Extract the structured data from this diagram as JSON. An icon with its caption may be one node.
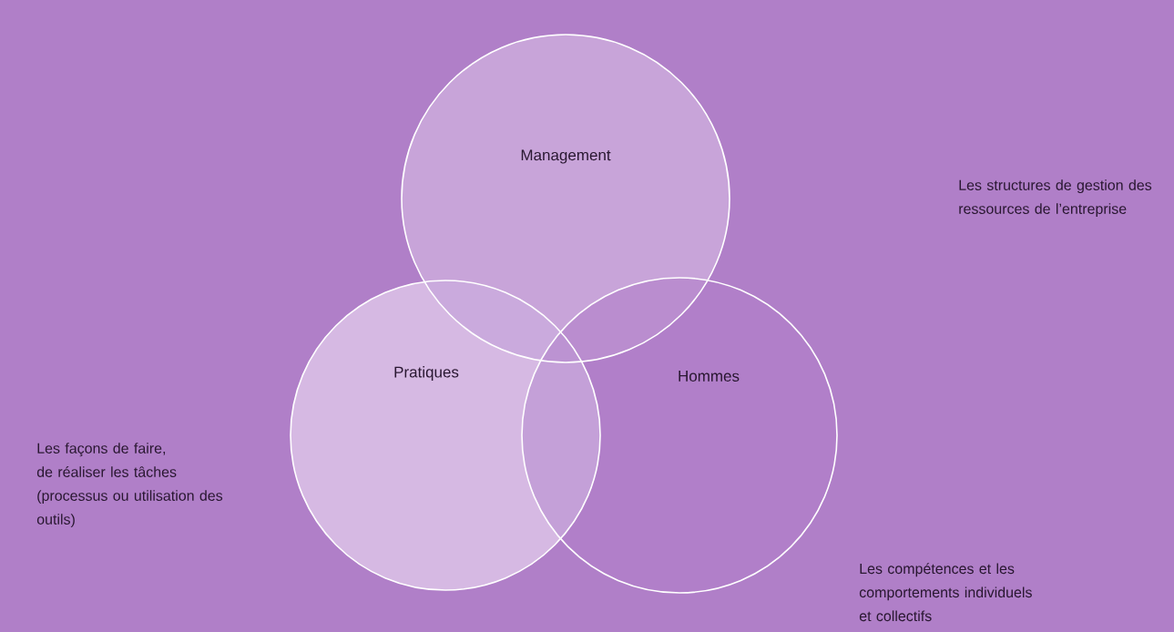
{
  "diagram": {
    "nodes": [
      {
        "text": [
          "Management"
        ]
      },
      {
        "text": [
          "Pratiques"
        ]
      },
      {
        "text": [
          "Hommes"
        ]
      }
    ],
    "labels": [
      "Les structures de gestion des ressources de l’entreprise",
      "Les façons de faire, de réaliser les tâches (processus ou utilisation des outils)",
      "Les compétences et les comportements individuels et collectifs"
    ]
  }
}
